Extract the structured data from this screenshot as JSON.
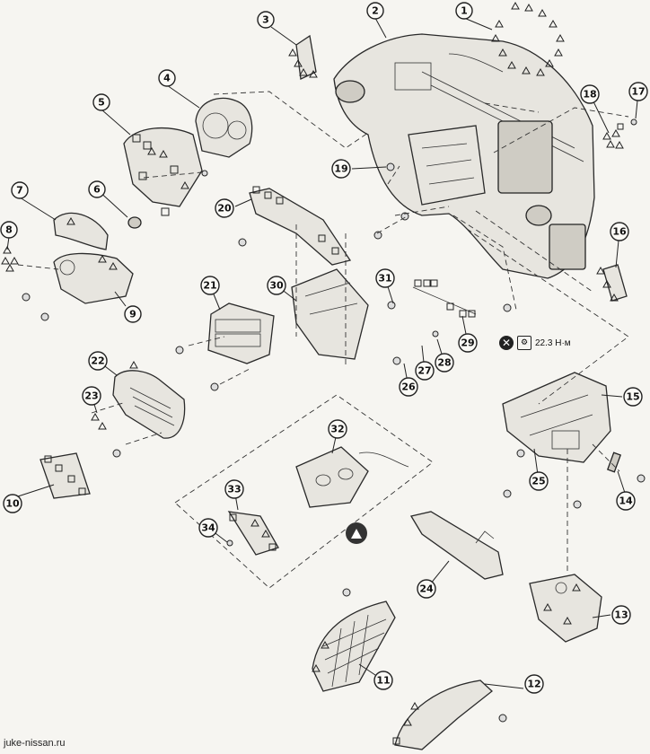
{
  "watermark": "juke-nissan.ru",
  "torque_spec": {
    "value": "22.3 Н·м",
    "icon_a": "do-not-reuse-icon",
    "icon_b": "torque-wrench-icon"
  },
  "callouts": [
    {
      "label": "1"
    },
    {
      "label": "2"
    },
    {
      "label": "3"
    },
    {
      "label": "4"
    },
    {
      "label": "5"
    },
    {
      "label": "6"
    },
    {
      "label": "7"
    },
    {
      "label": "8"
    },
    {
      "label": "9"
    },
    {
      "label": "10"
    },
    {
      "label": "11"
    },
    {
      "label": "12"
    },
    {
      "label": "13"
    },
    {
      "label": "14"
    },
    {
      "label": "15"
    },
    {
      "label": "16"
    },
    {
      "label": "17"
    },
    {
      "label": "18"
    },
    {
      "label": "19"
    },
    {
      "label": "20"
    },
    {
      "label": "21"
    },
    {
      "label": "22"
    },
    {
      "label": "23"
    },
    {
      "label": "24"
    },
    {
      "label": "25"
    },
    {
      "label": "26"
    },
    {
      "label": "27"
    },
    {
      "label": "28"
    },
    {
      "label": "29"
    },
    {
      "label": "30"
    },
    {
      "label": "31"
    },
    {
      "label": "32"
    },
    {
      "label": "33"
    },
    {
      "label": "34"
    }
  ]
}
